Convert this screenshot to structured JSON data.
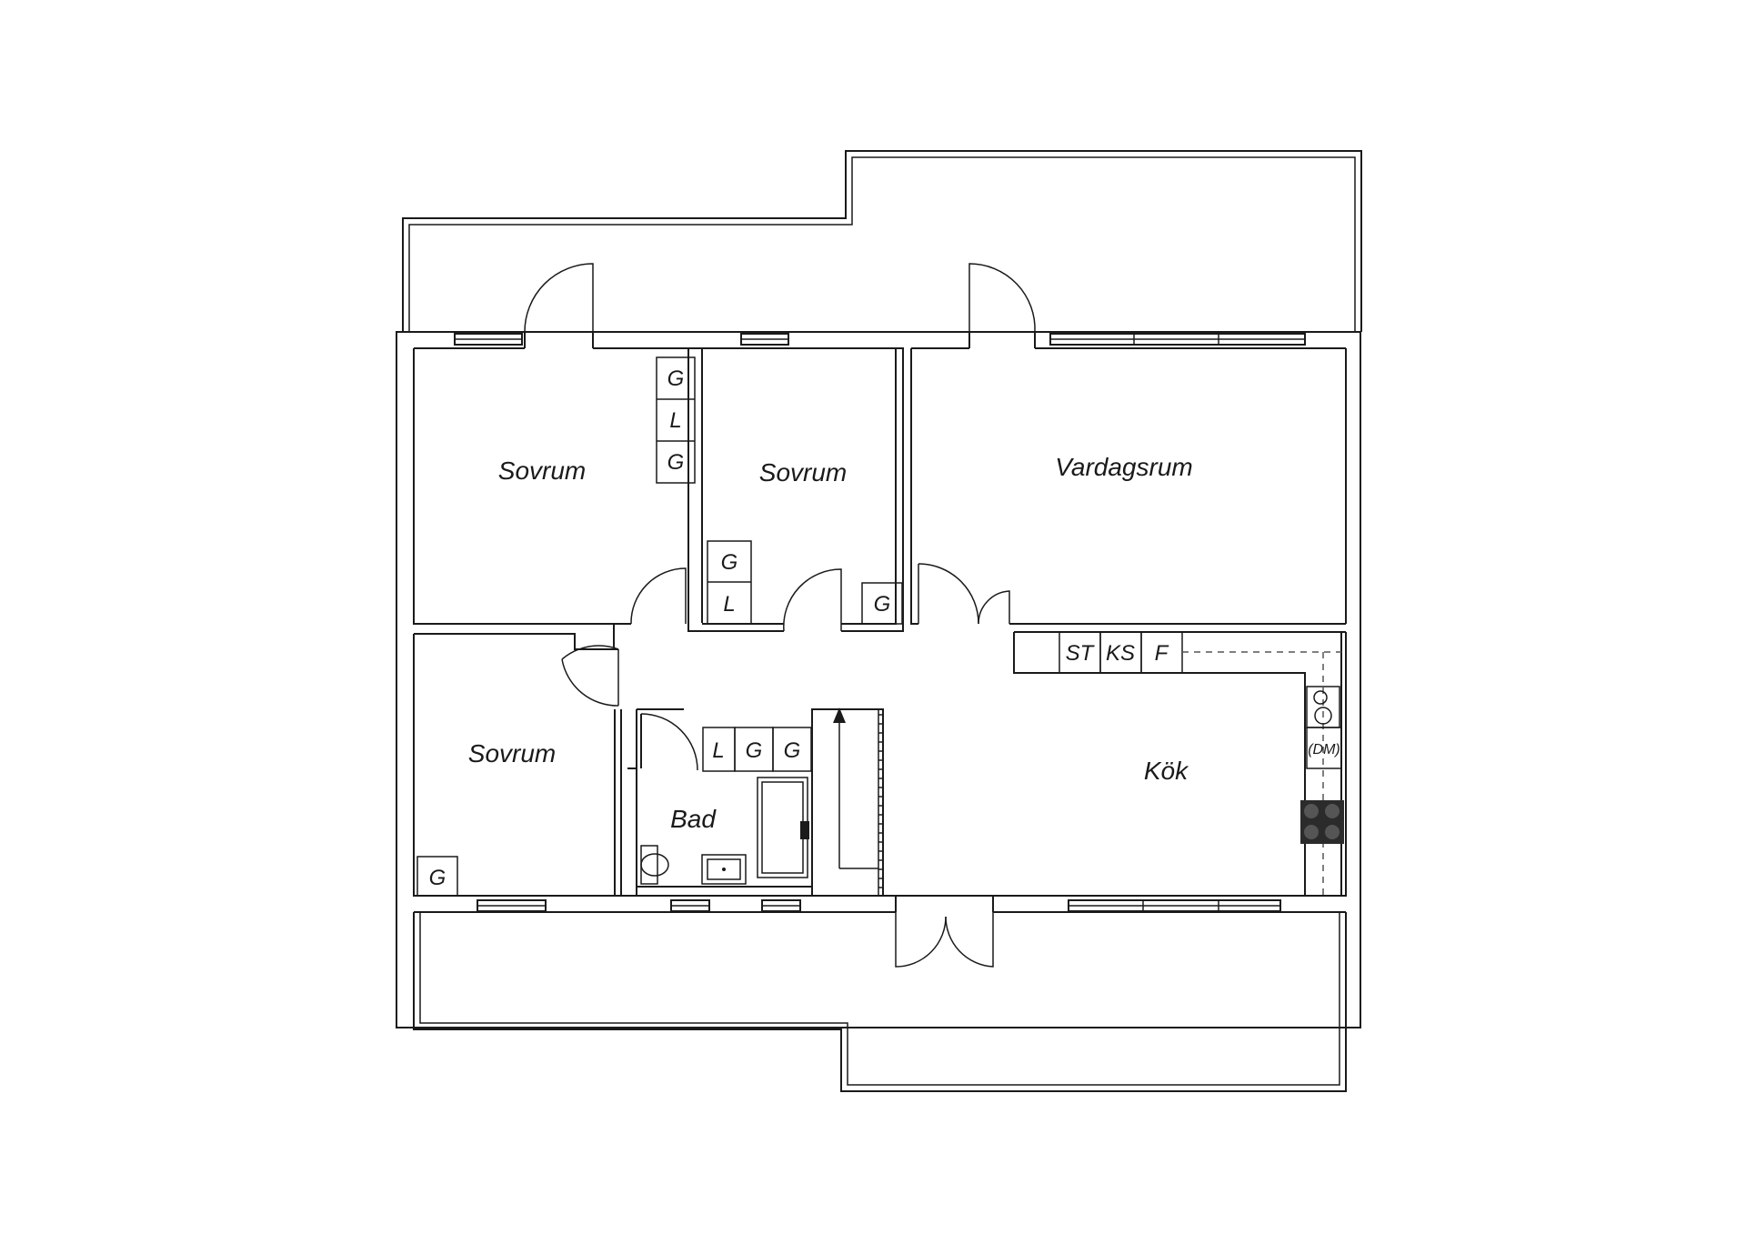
{
  "rooms": {
    "sovrum_1": "Sovrum",
    "sovrum_2": "Sovrum",
    "sovrum_3": "Sovrum",
    "vardagsrum": "Vardagsrum",
    "bad": "Bad",
    "kok": "Kök"
  },
  "closets": {
    "b1_top": "G",
    "b1_mid": "L",
    "b1_bottom": "G",
    "b2_g": "G",
    "b2_l": "L",
    "b2_g2": "G",
    "b3_g": "G",
    "bad_l": "L",
    "bad_g1": "G",
    "bad_g2": "G"
  },
  "kitchen": {
    "st": "ST",
    "ks": "KS",
    "f": "F",
    "dm": "(DM)"
  }
}
